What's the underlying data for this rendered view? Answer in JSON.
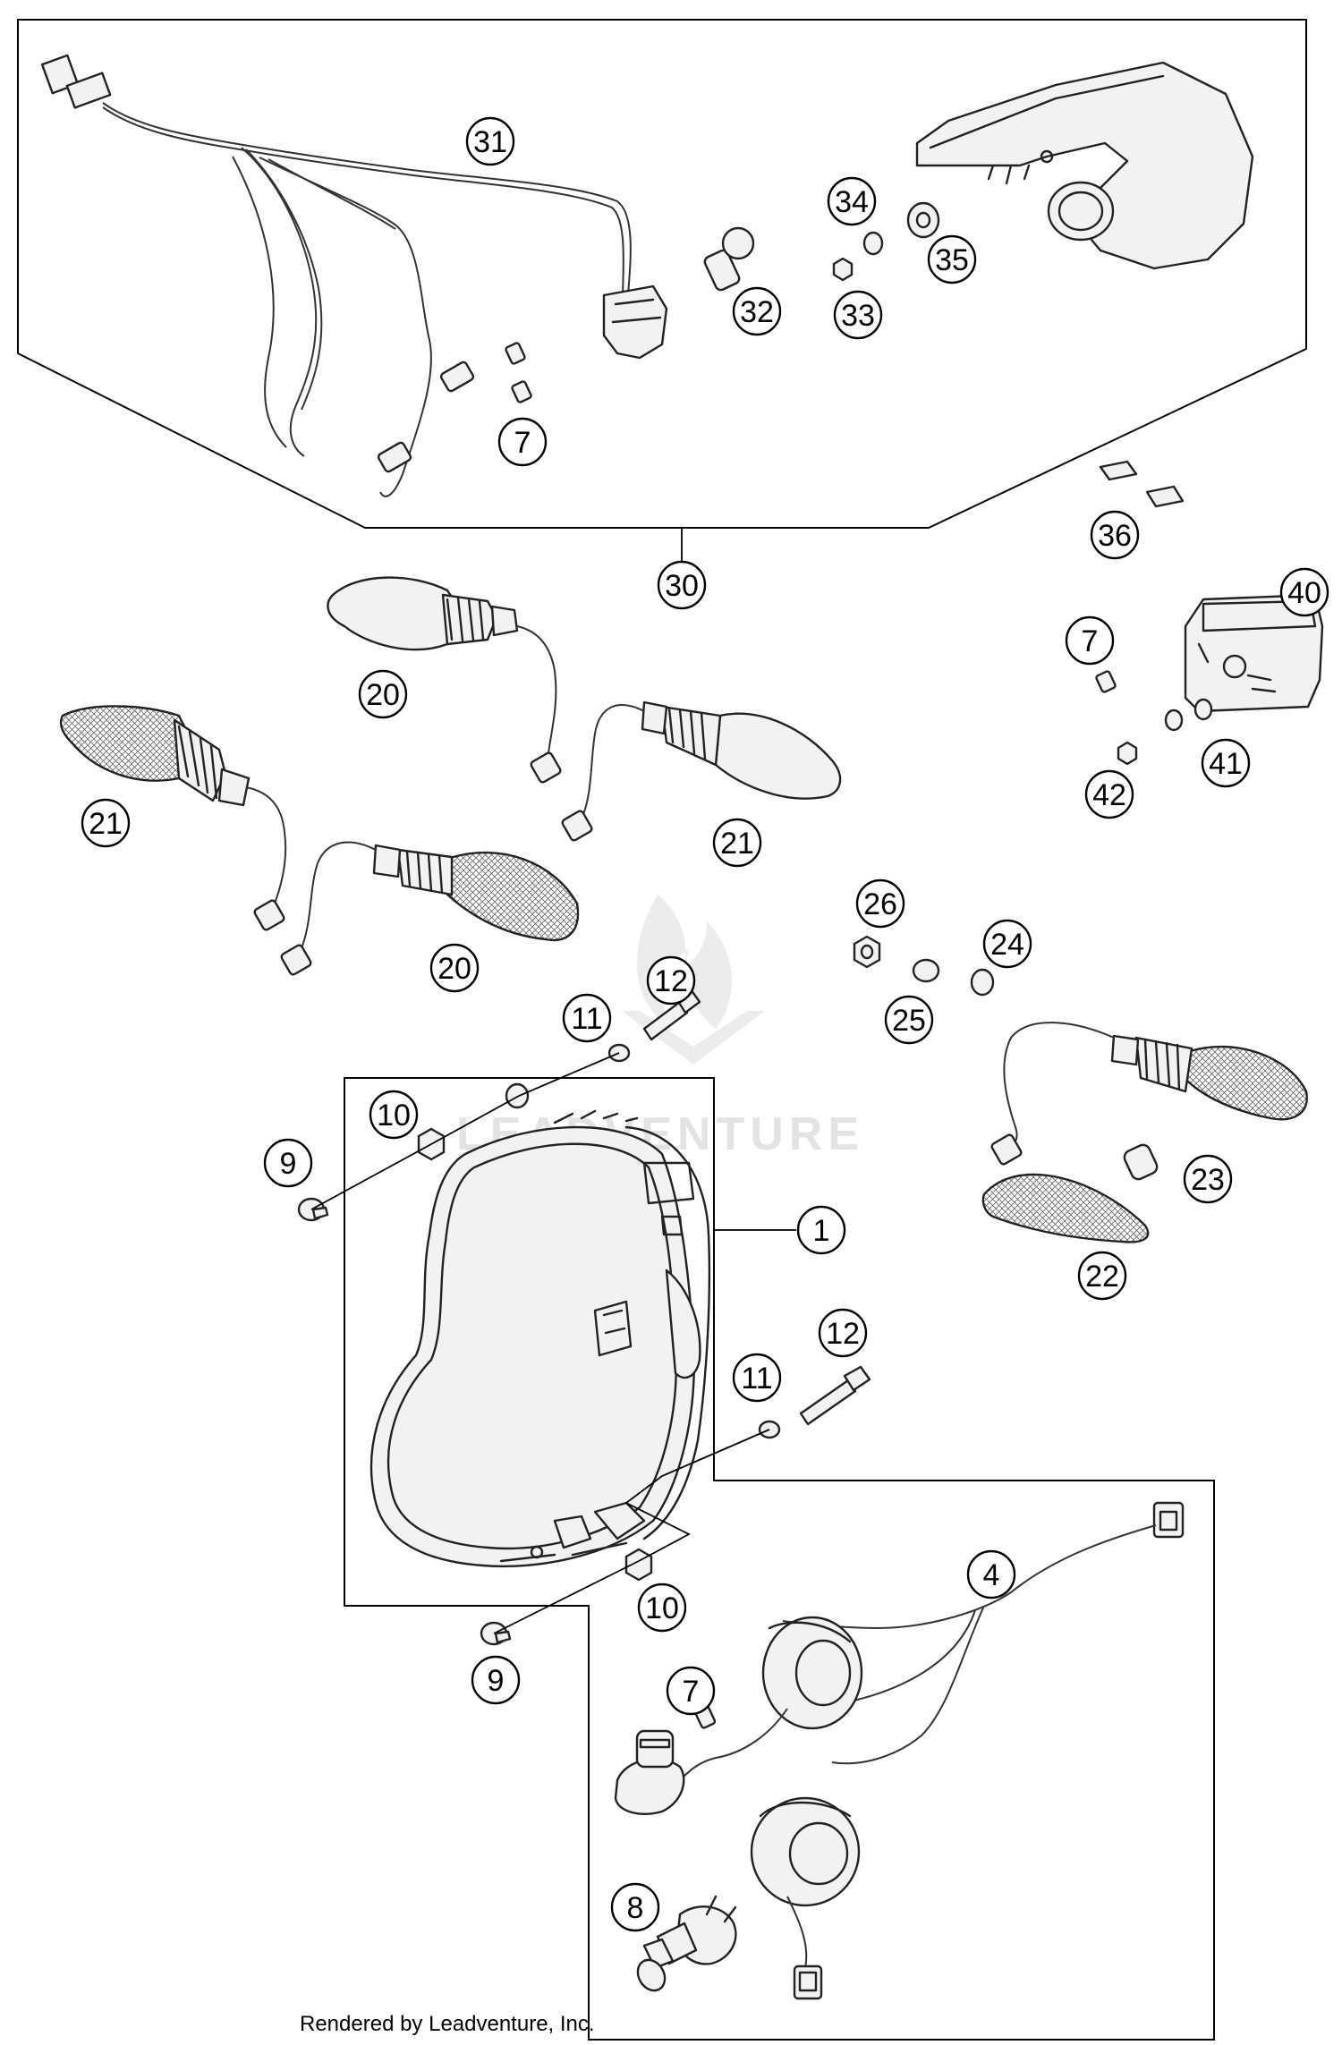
{
  "watermark": "LEADVENTURE",
  "footer": "Rendered by Leadventure, Inc.",
  "callouts": {
    "c31": "31",
    "c32": "32",
    "c33": "33",
    "c34": "34",
    "c35": "35",
    "c7a": "7",
    "c30": "30",
    "c36": "36",
    "c40": "40",
    "c7b": "7",
    "c41": "41",
    "c42": "42",
    "c20a": "20",
    "c21a": "21",
    "c21b": "21",
    "c20b": "20",
    "c26": "26",
    "c24": "24",
    "c25": "25",
    "c12a": "12",
    "c11a": "11",
    "c10a": "10",
    "c9a": "9",
    "c1": "1",
    "c23": "23",
    "c22": "22",
    "c12b": "12",
    "c11b": "11",
    "c10b": "10",
    "c9b": "9",
    "c4": "4",
    "c7c": "7",
    "c8": "8"
  }
}
